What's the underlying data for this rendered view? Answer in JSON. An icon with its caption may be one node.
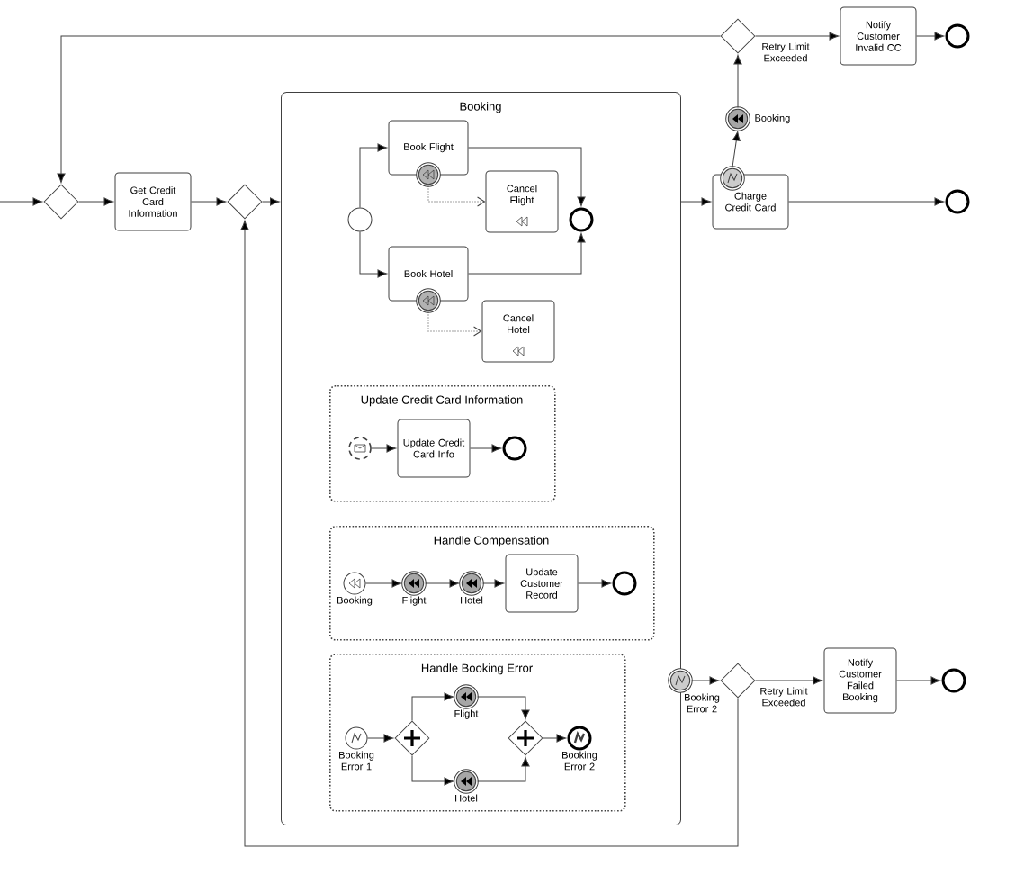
{
  "diagram": {
    "nodes": [
      {
        "text": [],
        "shape": "diamond"
      },
      {
        "text": [
          "Get Credit Card Information"
        ]
      },
      {
        "text": [],
        "shape": "diamond"
      },
      {
        "text": [
          "Booking"
        ]
      },
      {
        "text": [],
        "shape": "circle",
        "in": 3
      },
      {
        "text": [
          "Book Flight"
        ],
        "in": 3
      },
      {
        "text": [],
        "shape": "circle",
        "in": 3
      },
      {
        "text": [
          "Cancel Flight"
        ],
        "in": 3
      },
      {
        "text": [],
        "shape": "circle",
        "in": 3
      },
      {
        "text": [
          "Book Hotel"
        ],
        "in": 3
      },
      {
        "text": [],
        "shape": "circle",
        "in": 3
      },
      {
        "text": [
          "Cancel Hotel"
        ],
        "in": 3
      },
      {
        "text": [
          "Update Credit Card Information"
        ],
        "in": 3
      },
      {
        "text": [],
        "shape": "circle",
        "in": 12
      },
      {
        "text": [
          "Update Credit Card Info"
        ],
        "in": 12
      },
      {
        "text": [],
        "shape": "circle",
        "in": 12
      },
      {
        "text": [
          "Handle Compensation"
        ],
        "in": 3
      },
      {
        "text": [],
        "shape": "circle",
        "in": 16,
        "beside": [
          "Booking"
        ]
      },
      {
        "text": [],
        "shape": "circle",
        "in": 16,
        "beside": [
          "Flight"
        ]
      },
      {
        "text": [],
        "shape": "circle",
        "in": 16,
        "beside": [
          "Hotel"
        ]
      },
      {
        "text": [
          "Update Customer Record"
        ],
        "in": 16
      },
      {
        "text": [],
        "shape": "circle",
        "in": 16
      },
      {
        "text": [
          "Handle Booking Error"
        ],
        "in": 3
      },
      {
        "text": [],
        "shape": "circle",
        "in": 22,
        "beside": [
          "Booking Error 1"
        ]
      },
      {
        "text": [],
        "shape": "diamond",
        "in": 22
      },
      {
        "text": [],
        "shape": "circle",
        "in": 22,
        "beside": [
          "Flight"
        ]
      },
      {
        "text": [],
        "shape": "circle",
        "in": 22,
        "beside": [
          "Hotel"
        ]
      },
      {
        "text": [],
        "shape": "diamond",
        "in": 22
      },
      {
        "text": [],
        "shape": "circle",
        "in": 22,
        "beside": [
          "Booking Error 2"
        ]
      },
      {
        "text": [],
        "shape": "circle",
        "beside": [
          "Booking Error 2"
        ]
      },
      {
        "text": [],
        "shape": "diamond"
      },
      {
        "text": [
          "Notify Customer Failed Booking"
        ]
      },
      {
        "text": [],
        "shape": "circle"
      },
      {
        "text": [
          "Charge Credit Card"
        ]
      },
      {
        "text": [],
        "shape": "circle"
      },
      {
        "text": [],
        "shape": "circle",
        "beside": [
          "Booking"
        ]
      },
      {
        "text": [],
        "shape": "diamond"
      },
      {
        "text": [
          "Notify Customer Invalid CC"
        ]
      },
      {
        "text": [],
        "shape": "circle"
      },
      {
        "text": [],
        "shape": "circle"
      }
    ],
    "edges": [
      {
        "from": null,
        "to": 0,
        "arrow": "to"
      },
      {
        "from": 0,
        "to": 1,
        "arrow": "to"
      },
      {
        "from": 1,
        "to": 2,
        "arrow": "to"
      },
      {
        "from": 2,
        "to": 3,
        "arrow": "to"
      },
      {
        "from": 4,
        "to": 5,
        "arrow": "to"
      },
      {
        "from": 4,
        "to": 9,
        "arrow": "to"
      },
      {
        "from": 5,
        "to": 8,
        "arrow": "to"
      },
      {
        "from": 9,
        "to": 8,
        "arrow": "to"
      },
      {
        "from": 6,
        "to": 7,
        "arrow": "to",
        "style": "dashed"
      },
      {
        "from": 10,
        "to": 11,
        "arrow": "to",
        "style": "dashed"
      },
      {
        "from": 13,
        "to": 14,
        "arrow": "to"
      },
      {
        "from": 14,
        "to": 15,
        "arrow": "to"
      },
      {
        "from": 17,
        "to": 18,
        "arrow": "to"
      },
      {
        "from": 18,
        "to": 19,
        "arrow": "to"
      },
      {
        "from": 19,
        "to": 20,
        "arrow": "to"
      },
      {
        "from": 20,
        "to": 21,
        "arrow": "to"
      },
      {
        "from": 23,
        "to": 24,
        "arrow": "to"
      },
      {
        "from": 24,
        "to": 25,
        "arrow": "to"
      },
      {
        "from": 24,
        "to": 26,
        "arrow": "to"
      },
      {
        "from": 25,
        "to": 27,
        "arrow": "to"
      },
      {
        "from": 26,
        "to": 27,
        "arrow": "to"
      },
      {
        "from": 27,
        "to": 28,
        "arrow": "to"
      },
      {
        "from": 3,
        "to": 33,
        "arrow": "to"
      },
      {
        "from": 33,
        "to": 39,
        "arrow": "to"
      },
      {
        "from": 34,
        "to": 35,
        "arrow": "to"
      },
      {
        "from": 35,
        "to": 36,
        "arrow": "to"
      },
      {
        "from": 36,
        "to": 37,
        "arrow": "to",
        "label": "Retry Limit Exceeded"
      },
      {
        "from": 37,
        "to": 38,
        "arrow": "to"
      },
      {
        "from": 36,
        "to": 0,
        "arrow": "to"
      },
      {
        "from": 29,
        "to": 30,
        "arrow": "to"
      },
      {
        "from": 30,
        "to": 31,
        "arrow": "to",
        "label": "Retry Limit Exceeded"
      },
      {
        "from": 31,
        "to": 32,
        "arrow": "to"
      },
      {
        "from": 30,
        "to": 2,
        "arrow": "to"
      }
    ]
  }
}
